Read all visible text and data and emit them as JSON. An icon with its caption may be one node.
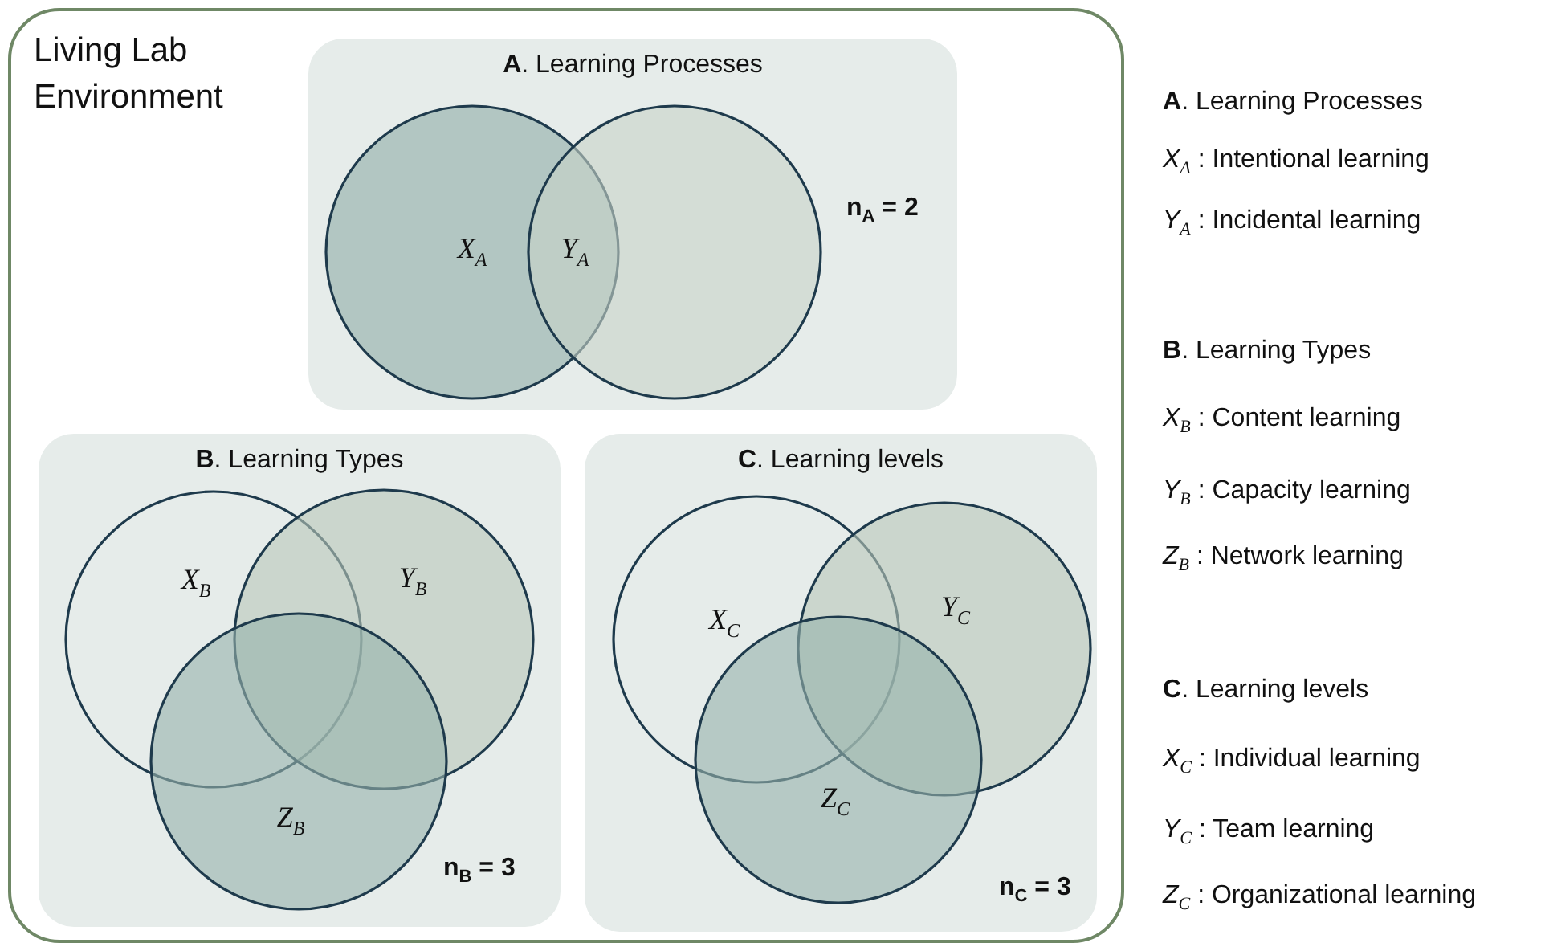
{
  "diagram": {
    "nodes": [
      {
        "text": [
          "Living Lab Environment"
        ]
      },
      {
        "text": [
          "**A**. Learning Processes",
          "n$_{A}$ = 2"
        ],
        "in": 0
      },
      {
        "text": [
          "X$_{A}$"
        ],
        "in": 1
      },
      {
        "text": [
          "Y$_{A}$"
        ],
        "in": 1
      },
      {
        "text": [
          "**B**. Learning Types",
          "n$_{B}$ = 3"
        ],
        "in": 0
      },
      {
        "text": [
          "X$_{B}$"
        ],
        "in": 4
      },
      {
        "text": [
          "Y$_{B}$"
        ],
        "in": 4
      },
      {
        "text": [
          "Z$_{B}$"
        ],
        "in": 4
      },
      {
        "text": [
          "**C**. Learning levels",
          "n$_{C}$ = 3"
        ],
        "in": 0
      },
      {
        "text": [
          "X$_{C}$"
        ],
        "in": 8
      },
      {
        "text": [
          "Y$_{C}$"
        ],
        "in": 8
      },
      {
        "text": [
          "Z$_{C}$"
        ],
        "in": 8
      }
    ],
    "labels": [
      "**A**. Learning Processes",
      "*X*$_{A}$ : Intentional learning",
      "*Y*$_{A}$ : Incidental learning",
      "**B**. Learning Types",
      "*X*$_{B}$ : Content learning",
      "*Y*$_{B}$ : Capacity learning",
      "*Z*$_{B}$ : Network learning",
      "**C**. Learning levels",
      "*X*$_{C}$ : Individual learning",
      "*Y*$_{C}$ : Team learning",
      "*Z*$_{C}$ : Organizational learning"
    ]
  }
}
